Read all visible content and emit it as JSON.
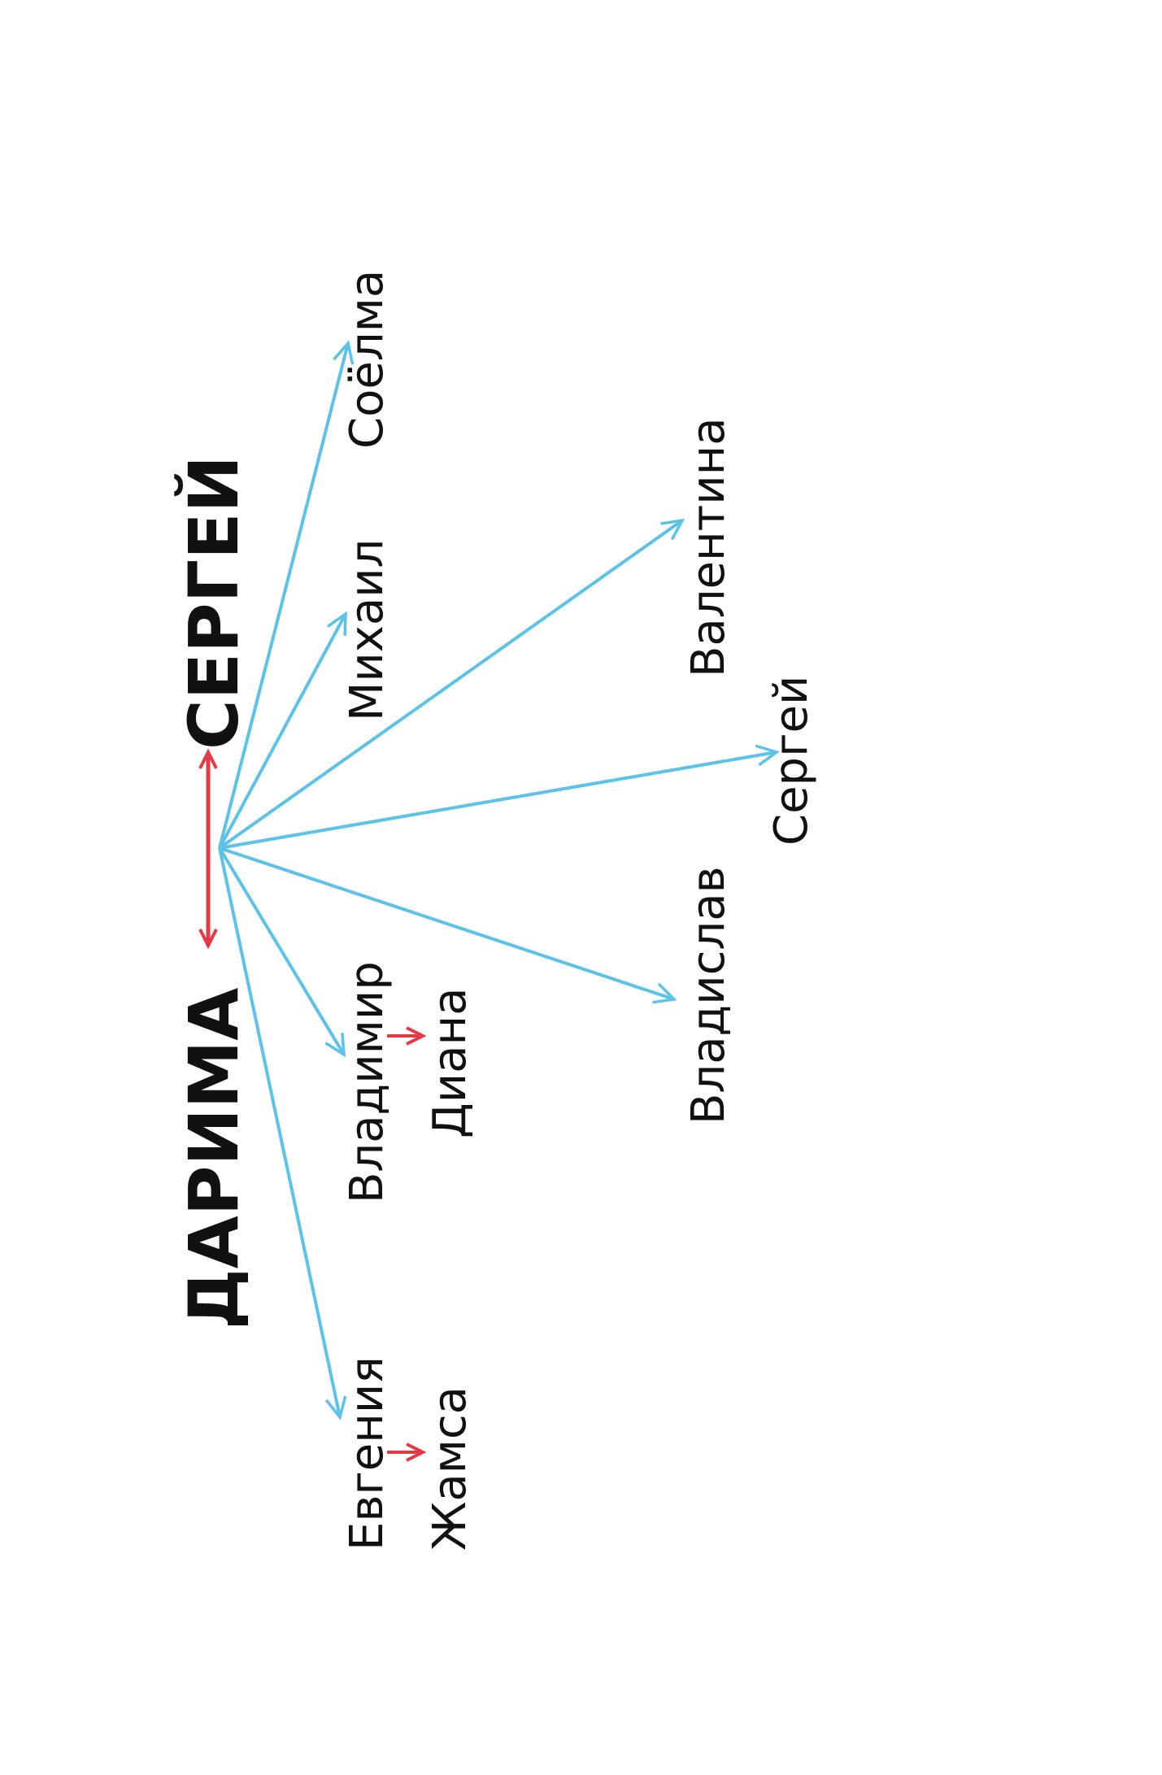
{
  "colors": {
    "background": "#ffffff",
    "text": "#111111",
    "child_arrow": "#5bc3ea",
    "spouse_arrow": "#e63946"
  },
  "parents": {
    "mother": "ДАРИМА",
    "father": "СЕРГЕЙ"
  },
  "children": [
    {
      "name": "Соёлма"
    },
    {
      "name": "Михаил"
    },
    {
      "name": "Валентина"
    },
    {
      "name": "Сергей"
    },
    {
      "name": "Владислав"
    },
    {
      "name": "Владимир",
      "spouse": "Диана"
    },
    {
      "name": "Евгения",
      "spouse": "Жамса"
    }
  ]
}
